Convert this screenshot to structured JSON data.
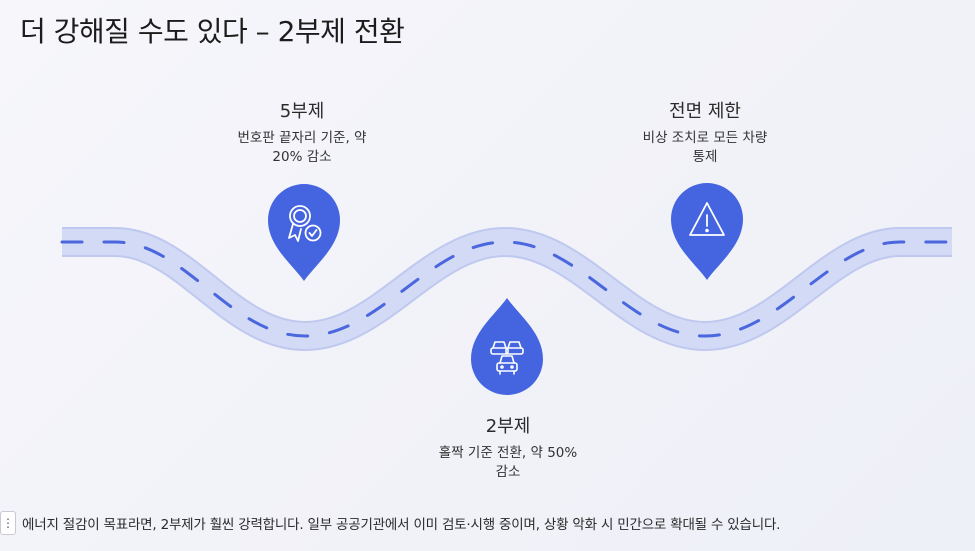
{
  "title": "더 강해질 수도 있다 – 2부제 전환",
  "milestones": [
    {
      "title": "5부제",
      "desc_line1": "번호판 끝자리 기준, 약",
      "desc_line2": "20% 감소",
      "icon": "award-badge-icon"
    },
    {
      "title": "전면 제한",
      "desc_line1": "비상 조치로 모든 차량",
      "desc_line2": "통제",
      "icon": "warning-triangle-icon"
    },
    {
      "title": "2부제",
      "desc_line1": "홀짝 기준 전환, 약 50%",
      "desc_line2": "감소",
      "icon": "traffic-cars-icon"
    }
  ],
  "footnote": {
    "handle": "⋮",
    "text": "에너지 절감이 목표라면, 2부제가 훨씬 강력합니다. 일부 공공기관에서 이미 검토·시행 중이며, 상황 악화 시 민간으로 확대될 수 있습니다."
  },
  "colors": {
    "road_fill": "#d4dbf6",
    "road_edge": "#bcc6ee",
    "dash": "#4a67dd",
    "pin": "#4565e0"
  }
}
